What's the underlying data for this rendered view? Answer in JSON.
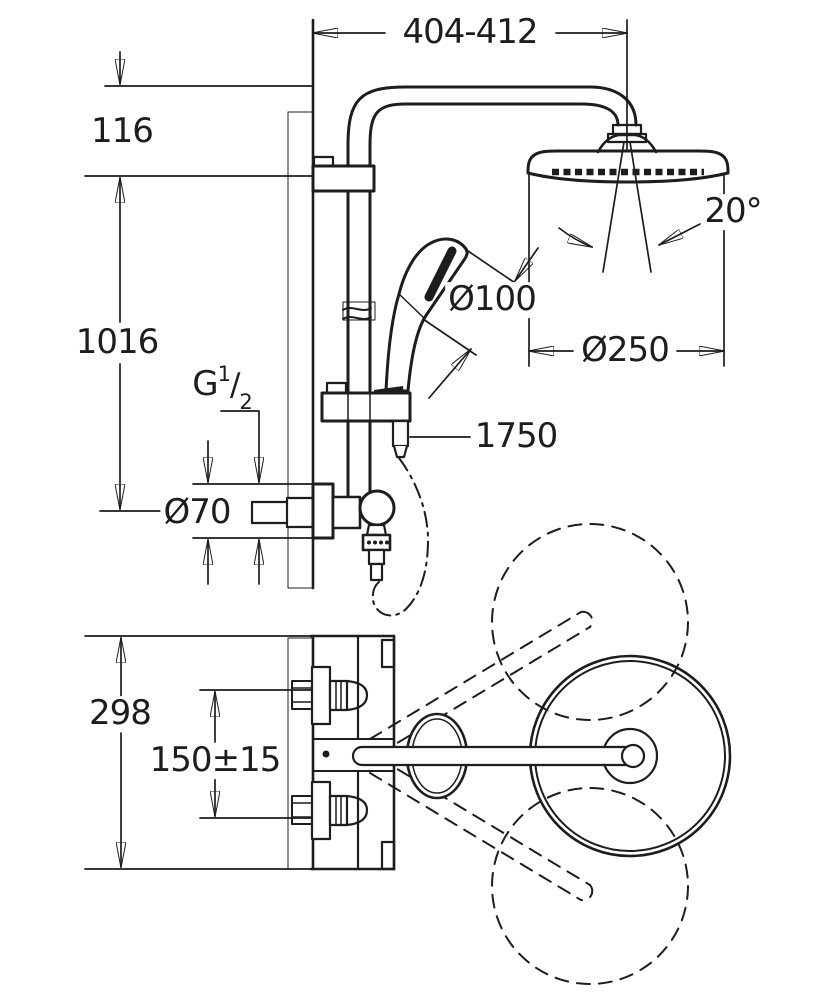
{
  "drawing": {
    "kind": "technical-dimension-drawing",
    "background": "#ffffff",
    "line_color": "#1d1d1b",
    "views": [
      "front-elevation",
      "plan-top-view"
    ]
  },
  "labels": {
    "arm_span": "404-412",
    "head_drop": "116",
    "rail_height": "1016",
    "thread": {
      "prefix": "G",
      "numerator": "1",
      "slash": "/",
      "denominator": "2"
    },
    "escutcheon_diameter": "Ø70",
    "hand_shower_diameter": "Ø100",
    "head_shower_diameter": "Ø250",
    "spray_angle": "20°",
    "hose_length": "1750",
    "valve_height": "298",
    "inlet_spacing": "150±15"
  }
}
